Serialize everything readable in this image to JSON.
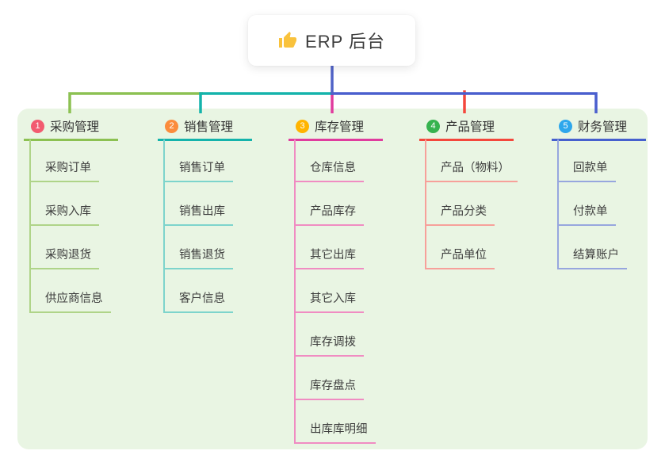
{
  "root": {
    "label": "ERP 后台",
    "icon": "thumbs-up-icon"
  },
  "branches": [
    {
      "index": "1",
      "label": "采购管理",
      "children": [
        "采购订单",
        "采购入库",
        "采购退货",
        "供应商信息"
      ]
    },
    {
      "index": "2",
      "label": "销售管理",
      "children": [
        "销售订单",
        "销售出库",
        "销售退货",
        "客户信息"
      ]
    },
    {
      "index": "3",
      "label": "库存管理",
      "children": [
        "仓库信息",
        "产品库存",
        "其它出库",
        "其它入库",
        "库存调拨",
        "库存盘点",
        "出库库明细"
      ]
    },
    {
      "index": "4",
      "label": "产品管理",
      "children": [
        "产品（物料）",
        "产品分类",
        "产品单位"
      ]
    },
    {
      "index": "5",
      "label": "财务管理",
      "children": [
        "回款单",
        "付款单",
        "结算账户"
      ]
    }
  ],
  "colors": {
    "panel_bg": "#E9F5E3",
    "root_line": "#5163C7",
    "rail_blue": "#4A5FCE",
    "thumb": "#F9C23C",
    "b1": "#8CC152",
    "b1_light": "#AFD488",
    "b1_badge": "#F25B70",
    "b2": "#14B3AB",
    "b2_light": "#7DD4CC",
    "b2_badge": "#FB8C3C",
    "b3": "#E03C9E",
    "b3_light": "#F08CC2",
    "b3_badge": "#FFB400",
    "b4": "#F4473C",
    "b4_light": "#F7A09A",
    "b4_badge": "#36B34F",
    "b5": "#4660CE",
    "b5_light": "#97A6DE",
    "b5_badge": "#2EA7EC"
  }
}
